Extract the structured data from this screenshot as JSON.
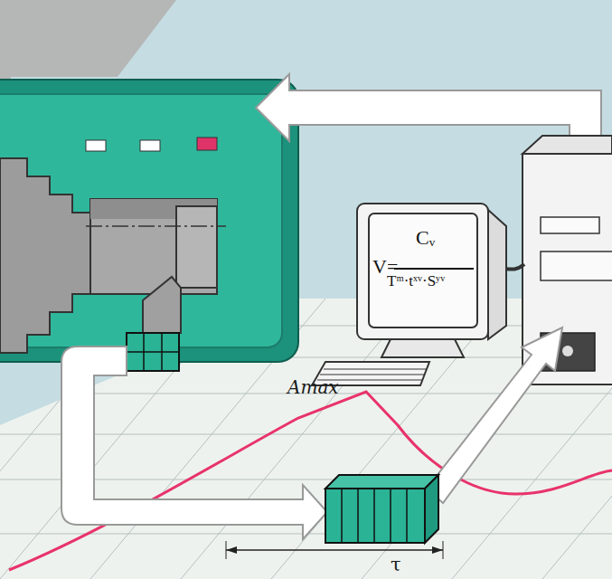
{
  "diagram": {
    "nodes": [
      {
        "text": [
          "V=",
          "Cᵥ",
          "Tᵐ·tˣᵛ·Sʸᵛ"
        ]
      }
    ],
    "labels": [
      "Amax",
      "τ"
    ]
  }
}
